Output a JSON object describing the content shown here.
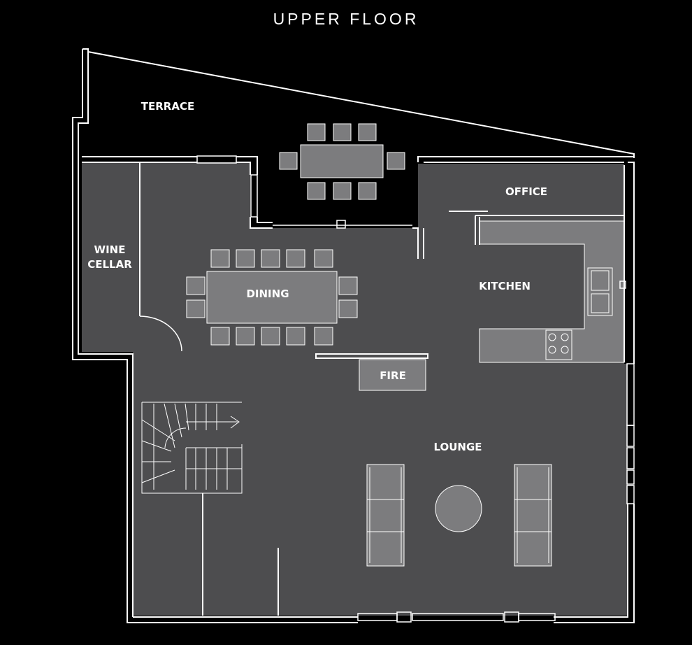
{
  "title": "UPPER FLOOR",
  "rooms": {
    "terrace": "TERRACE",
    "wine_cellar_line1": "WINE",
    "wine_cellar_line2": "CELLAR",
    "dining": "DINING",
    "office": "OFFICE",
    "kitchen": "KITCHEN",
    "fire": "FIRE",
    "lounge": "LOUNGE"
  },
  "colors": {
    "background": "#000000",
    "floor": "#4d4d4f",
    "furniture": "#7c7c7e",
    "wall_line": "#ffffff"
  }
}
